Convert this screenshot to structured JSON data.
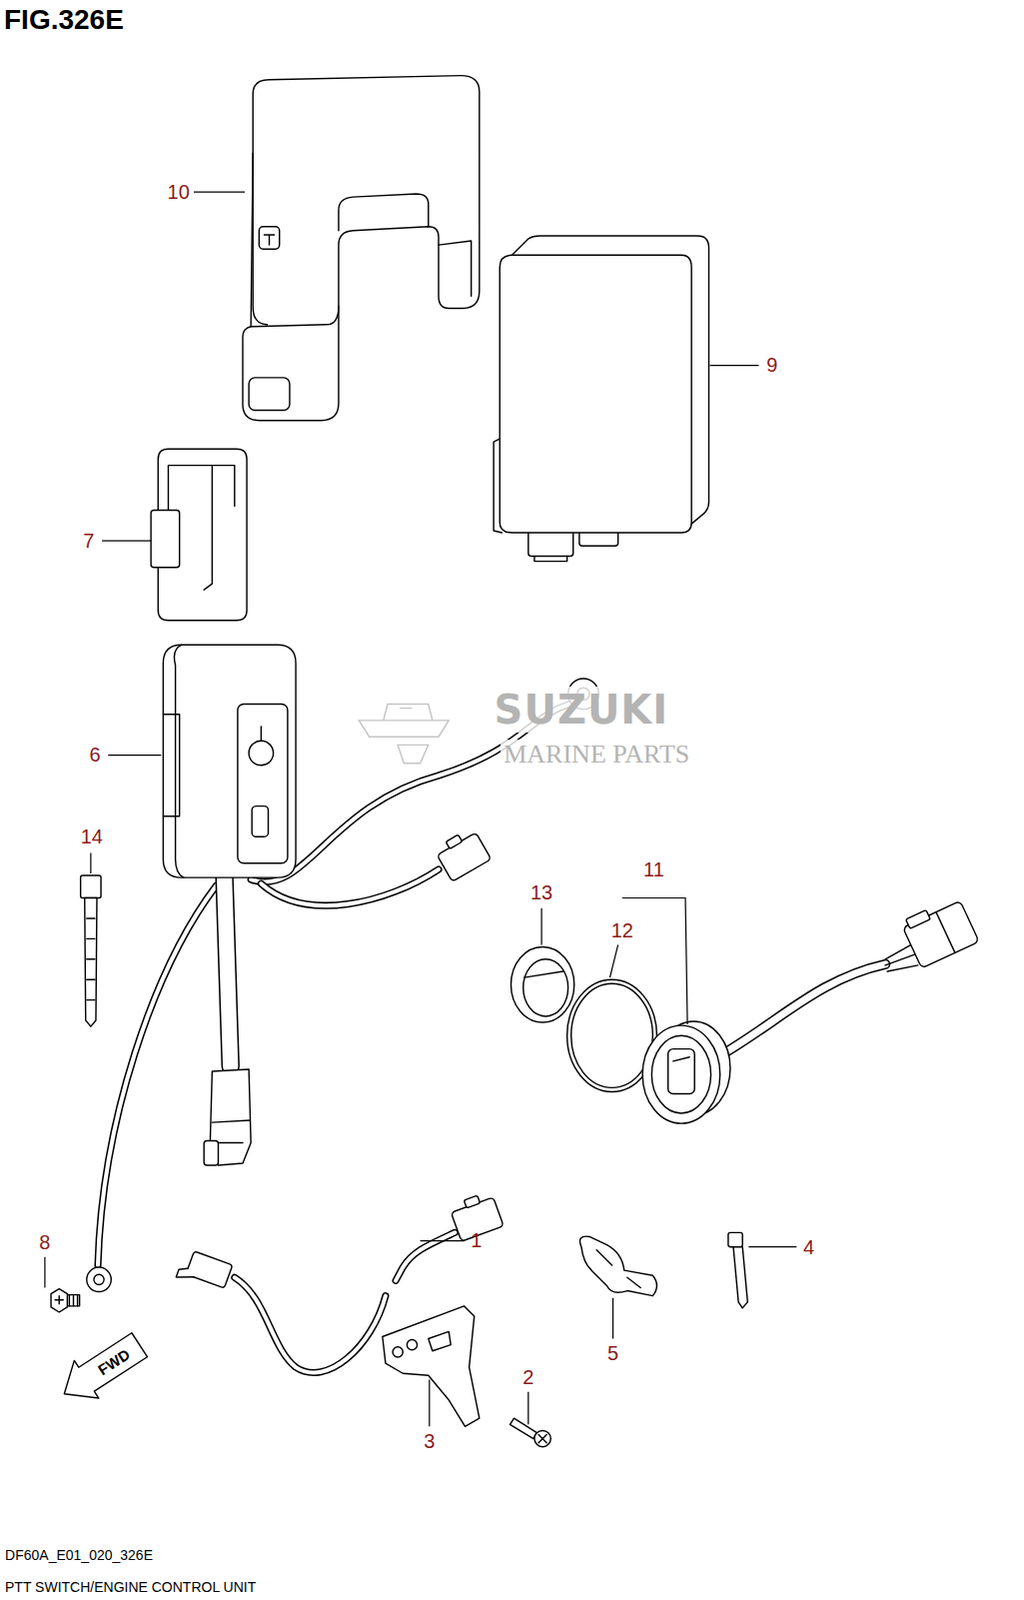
{
  "diagram": {
    "title": "FIG.326E",
    "caption": "PTT SWITCH/ENGINE CONTROL UNIT",
    "labels": [
      "10",
      "9",
      "7",
      "6",
      "14",
      "13",
      "11",
      "12",
      "1",
      "8",
      "4",
      "5",
      "2",
      "3",
      "SUZUKI",
      "MARINE PARTS",
      "FWD",
      "DF60A_E01_020_326E"
    ]
  }
}
